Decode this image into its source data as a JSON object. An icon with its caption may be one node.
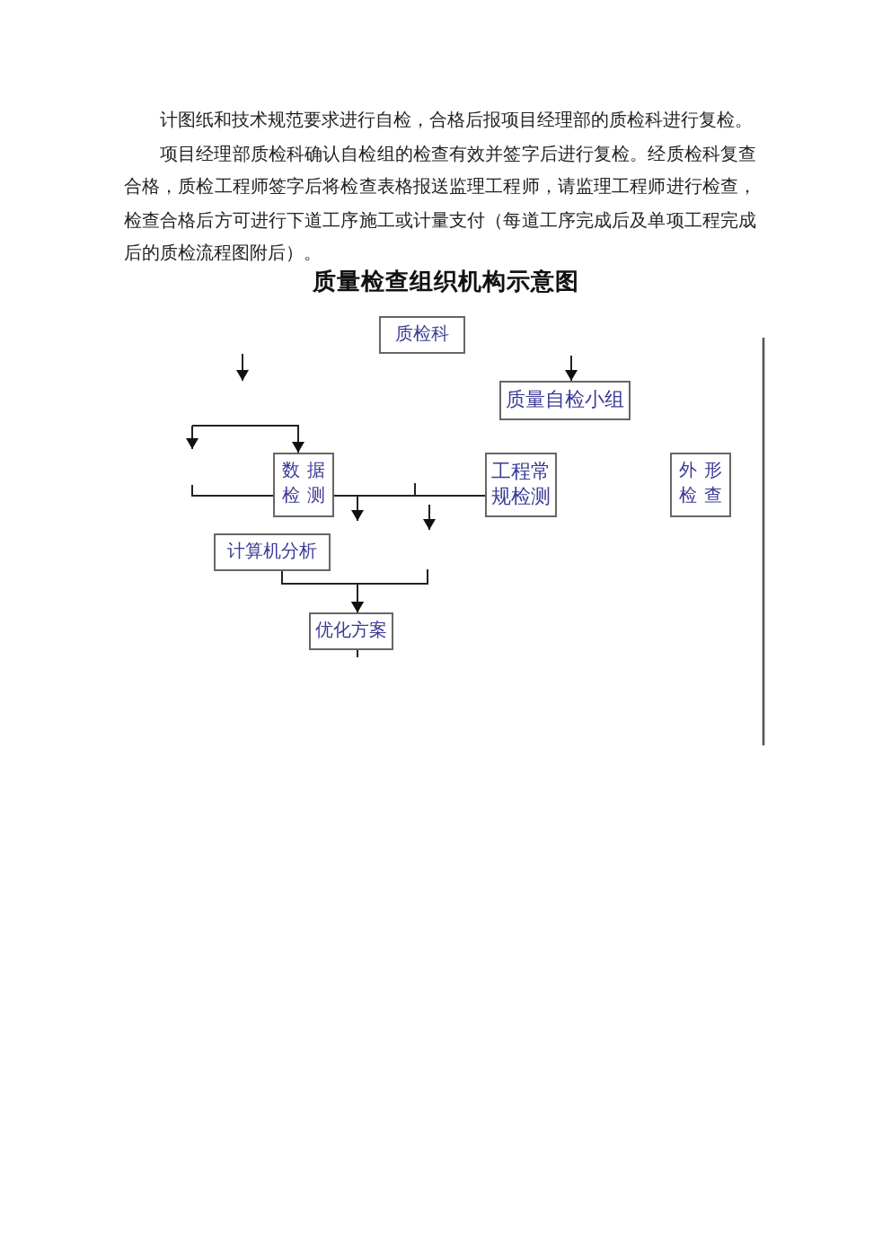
{
  "diagram": {
    "title": "质量检查组织机构示意图",
    "nodes": [
      {
        "text": [
          "质检科"
        ]
      },
      {
        "text": [
          "质量自检小组"
        ]
      },
      {
        "text": [
          "数据检测"
        ]
      },
      {
        "text": [
          "工程常规检测"
        ]
      },
      {
        "text": [
          "外形检查"
        ]
      },
      {
        "text": [
          "计算机分析"
        ]
      },
      {
        "text": [
          "优化方案"
        ]
      }
    ],
    "edges": [
      {
        "from": null,
        "to": 1,
        "arrow": "to"
      },
      {
        "from": null,
        "to": 2,
        "arrow": "to"
      },
      {
        "from": 2,
        "to": 3,
        "arrow": "none"
      },
      {
        "from": 5,
        "to": 6,
        "arrow": "to"
      },
      {
        "from": null,
        "to": 6,
        "arrow": "to"
      }
    ],
    "labels": [
      "计图纸和技术规范要求进行自检，合格后报项目经理部的质检科进行复检。",
      "项目经理部质检科确认自检组的检查有效并签字后进行复检。经质检科复查合格，质检工程师签字后将检查表格报送监理工程师，请监理工程师进行检查，检查合格后方可进行下道工序施工或计量支付（每道工序完成后及单项工程完成后的质检流程图附后）。"
    ]
  }
}
